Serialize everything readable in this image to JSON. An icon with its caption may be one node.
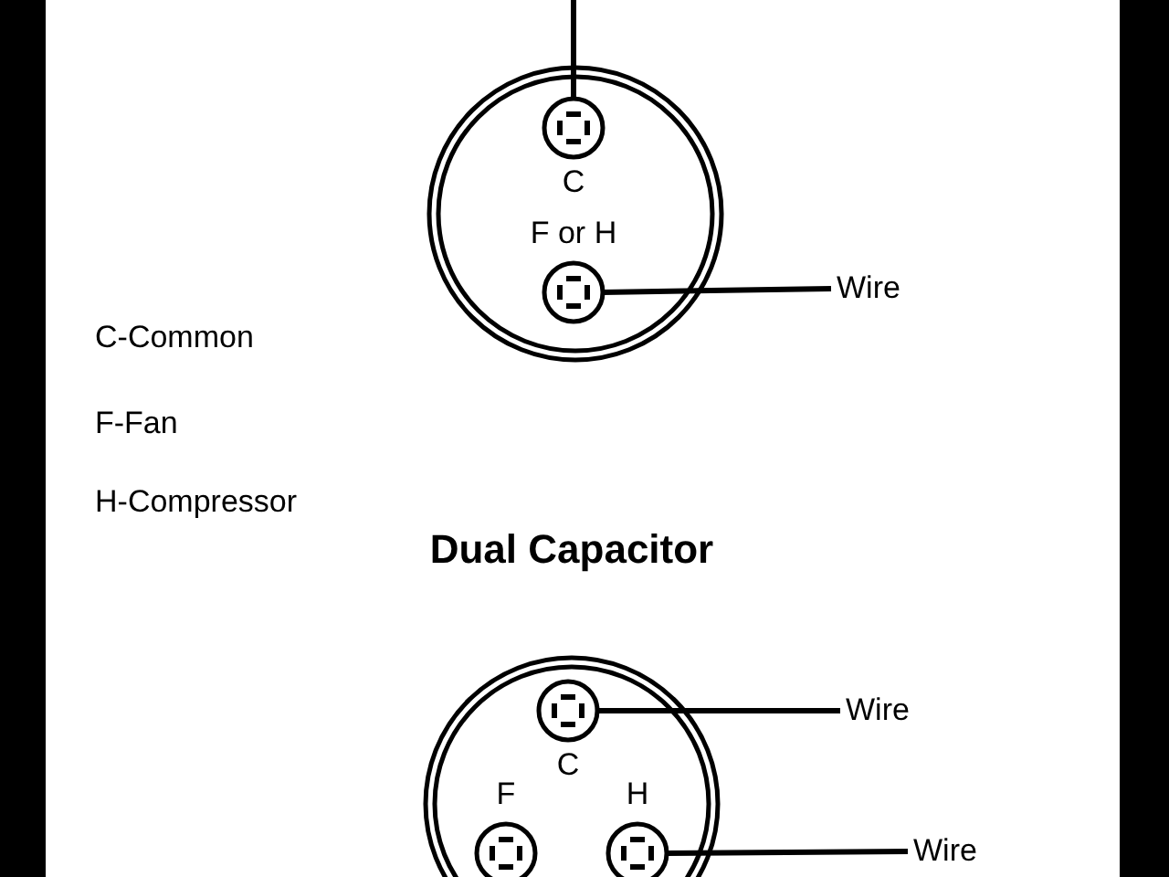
{
  "diagram": {
    "nodes": [
      {
        "text": [],
        "shape": "circle"
      },
      {
        "text": [
          "C"
        ],
        "in": 0
      },
      {
        "text": [
          "F or H"
        ],
        "in": 0
      },
      {
        "text": [
          "Wire"
        ]
      },
      {
        "text": [
          "Dual Capacitor"
        ]
      },
      {
        "text": [
          "C"
        ],
        "in": 4
      },
      {
        "text": [
          "Wire"
        ]
      },
      {
        "text": [
          "F"
        ],
        "in": 4
      },
      {
        "text": [
          "H"
        ],
        "in": 4
      },
      {
        "text": [
          "Wire"
        ]
      }
    ],
    "edges": [
      {
        "from": null,
        "to": 1,
        "arrow": "none"
      },
      {
        "from": 2,
        "to": 3,
        "arrow": "none"
      },
      {
        "from": 5,
        "to": 6,
        "arrow": "none"
      },
      {
        "from": 8,
        "to": 9,
        "arrow": "none"
      }
    ],
    "labels": [
      "C-Common",
      "F-Fan",
      "H-Compressor"
    ]
  }
}
